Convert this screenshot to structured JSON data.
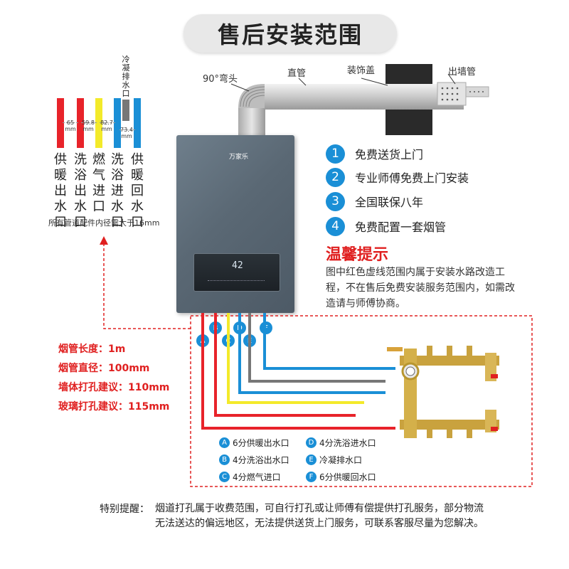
{
  "title": "售后安装范围",
  "flue_labels": {
    "elbow": "90°弯头",
    "straight": "直管",
    "decor": "装饰盖",
    "outlet": "出墙管"
  },
  "pipes": [
    {
      "label": "供暖出水口",
      "color": "#e8232a"
    },
    {
      "label": "洗浴出水口",
      "color": "#e8232a"
    },
    {
      "label": "燃气进口",
      "color": "#f3ea2a"
    },
    {
      "label": "洗浴进水口",
      "color": "#1a8fd6"
    },
    {
      "label": "冷凝排水口",
      "color": "#777777"
    },
    {
      "label": "供暖回水口",
      "color": "#1a8fd6"
    }
  ],
  "dims": [
    "65 mm",
    "59.8 mm",
    "82.7 mm",
    "73.4 mm"
  ],
  "pipe_note": "所有管道配件内径需大于16mm",
  "brand": "万家乐",
  "display_temp": "42",
  "features": [
    {
      "num": "1",
      "text": "免费送货上门"
    },
    {
      "num": "2",
      "text": "专业师傅免费上门安装"
    },
    {
      "num": "3",
      "text": "全国联保八年"
    },
    {
      "num": "4",
      "text": "免费配置一套烟管"
    }
  ],
  "tip": {
    "title": "温馨提示",
    "body": "图中红色虚线范围内属于安装水路改造工程，不在售后免费安装服务范围内，如需改造请与师傅协商。"
  },
  "specs": [
    "烟管长度：1m",
    "烟管直径：100mm",
    "墙体打孔建议：110mm",
    "玻璃打孔建议：115mm"
  ],
  "legend": [
    {
      "code": "A",
      "text": "6分供暖出水口"
    },
    {
      "code": "D",
      "text": "4分洗浴进水口"
    },
    {
      "code": "B",
      "text": "4分洗浴出水口"
    },
    {
      "code": "E",
      "text": "冷凝排水口"
    },
    {
      "code": "C",
      "text": "4分燃气进口"
    },
    {
      "code": "F",
      "text": "6分供暖回水口"
    }
  ],
  "pins": [
    "A",
    "B",
    "C",
    "D",
    "E",
    "F"
  ],
  "note": {
    "label": "特别提醒：",
    "body": "烟道打孔属于收费范围，可自行打孔或让师傅有偿提供打孔服务，部分物流无法送达的偏远地区，无法提供送货上门服务，可联系客服尽量为您解决。"
  }
}
